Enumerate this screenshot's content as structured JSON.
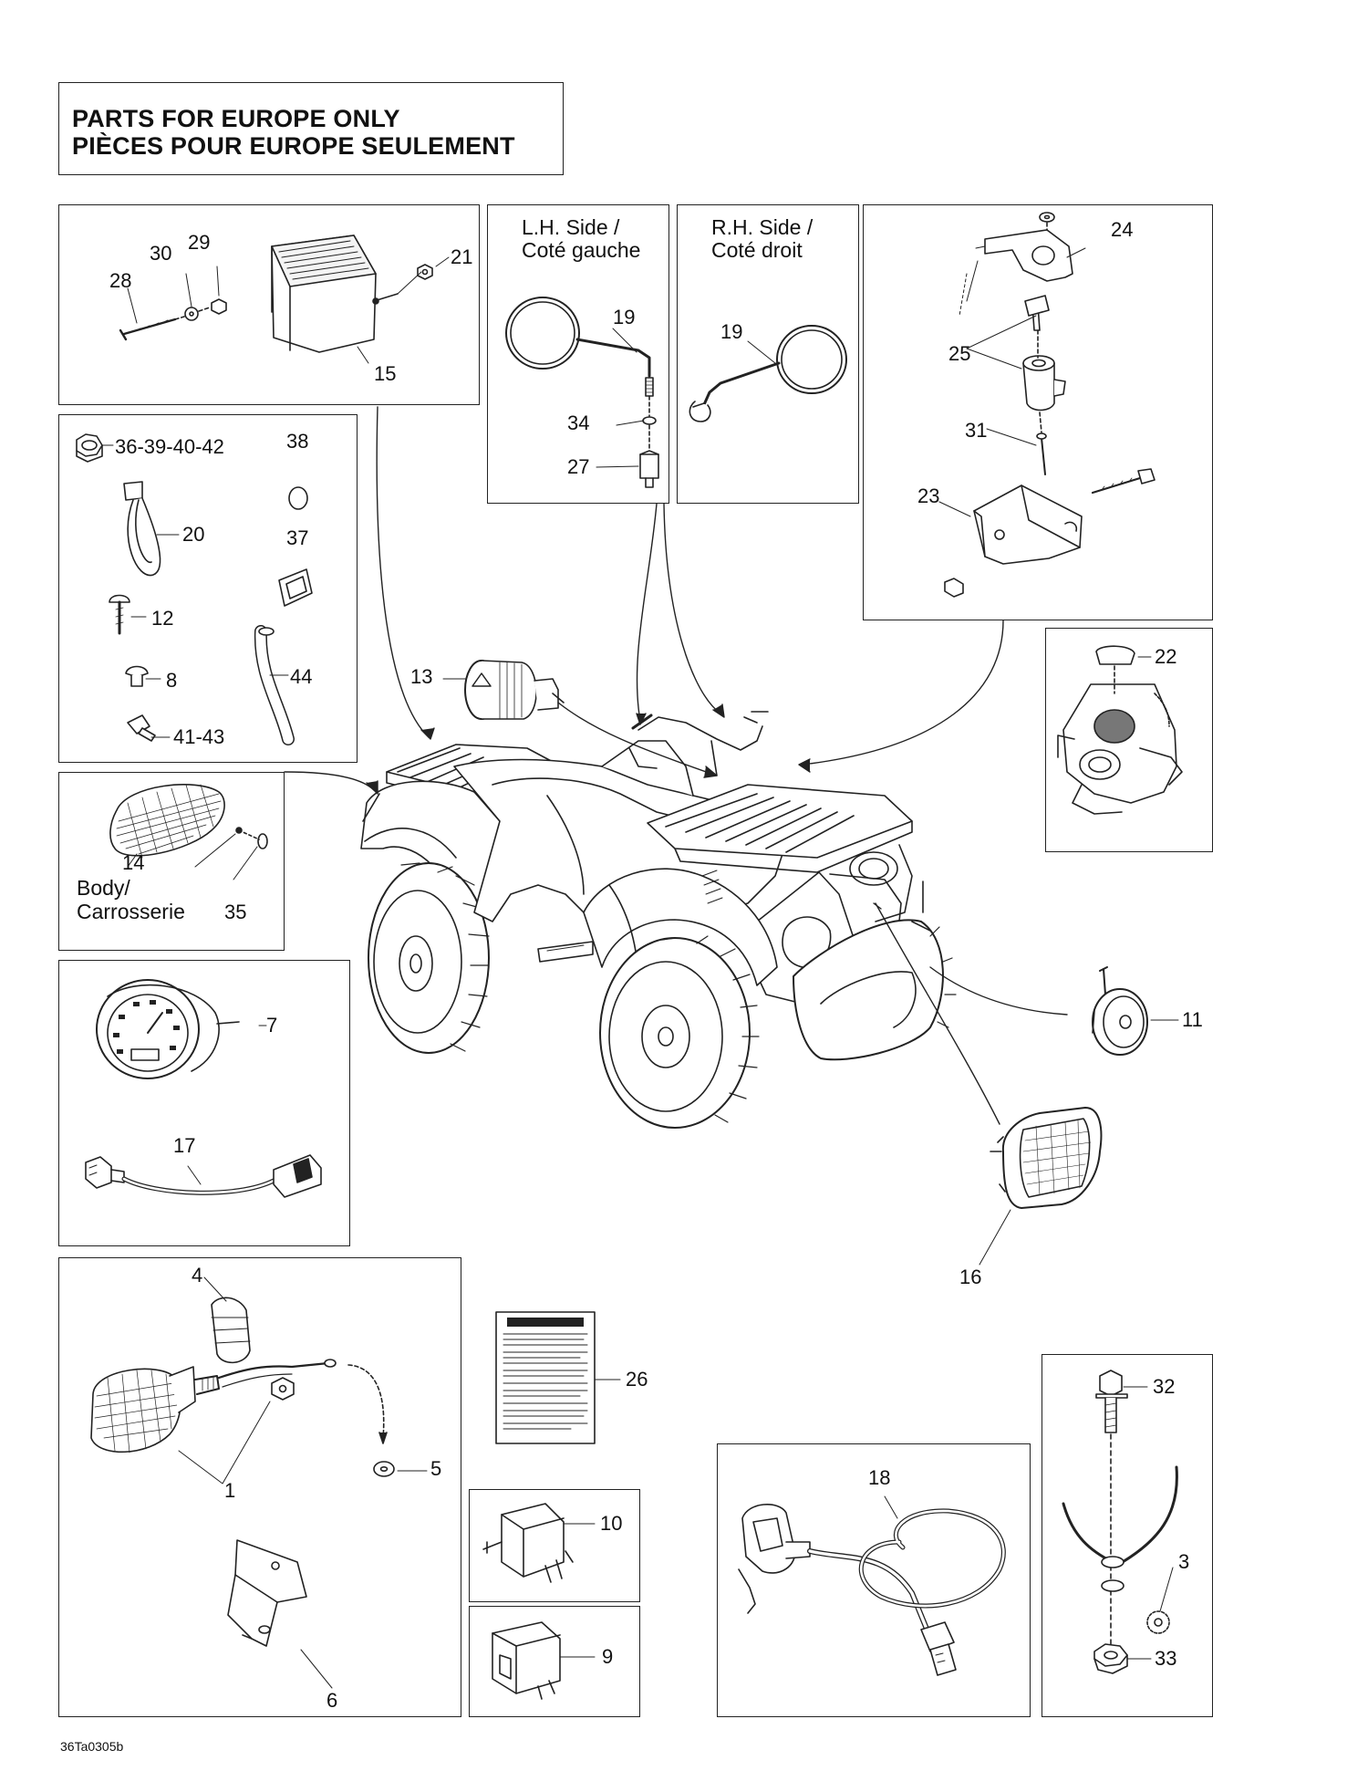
{
  "header": {
    "line_en": "PARTS FOR EUROPE ONLY",
    "line_fr": "PIÈCES POUR EUROPE SEULEMENT"
  },
  "mirror_panels": {
    "left_line1": "L.H. Side /",
    "left_line2": "Coté gauche",
    "right_line1": "R.H. Side /",
    "right_line2": "Coté droit"
  },
  "reflector_panel": {
    "body_line1": "Body/",
    "body_line2": "Carrosserie"
  },
  "callouts": {
    "c1": "1",
    "c3": "3",
    "c4": "4",
    "c5": "5",
    "c6": "6",
    "c7": "7",
    "c8": "8",
    "c9": "9",
    "c10": "10",
    "c11": "11",
    "c12": "12",
    "c13": "13",
    "c14": "14",
    "c15": "15",
    "c16": "16",
    "c17": "17",
    "c18": "18",
    "c19a": "19",
    "c19b": "19",
    "c20": "20",
    "c21": "21",
    "c22": "22",
    "c23": "23",
    "c24": "24",
    "c25": "25",
    "c26": "26",
    "c27": "27",
    "c28": "28",
    "c29": "29",
    "c30": "30",
    "c31": "31",
    "c32": "32",
    "c33": "33",
    "c34": "34",
    "c35": "35",
    "c36": "36-39-40-42",
    "c37": "37",
    "c38": "38",
    "c41": "41-43",
    "c44": "44"
  },
  "footer": {
    "code": "36Ta0305b"
  }
}
